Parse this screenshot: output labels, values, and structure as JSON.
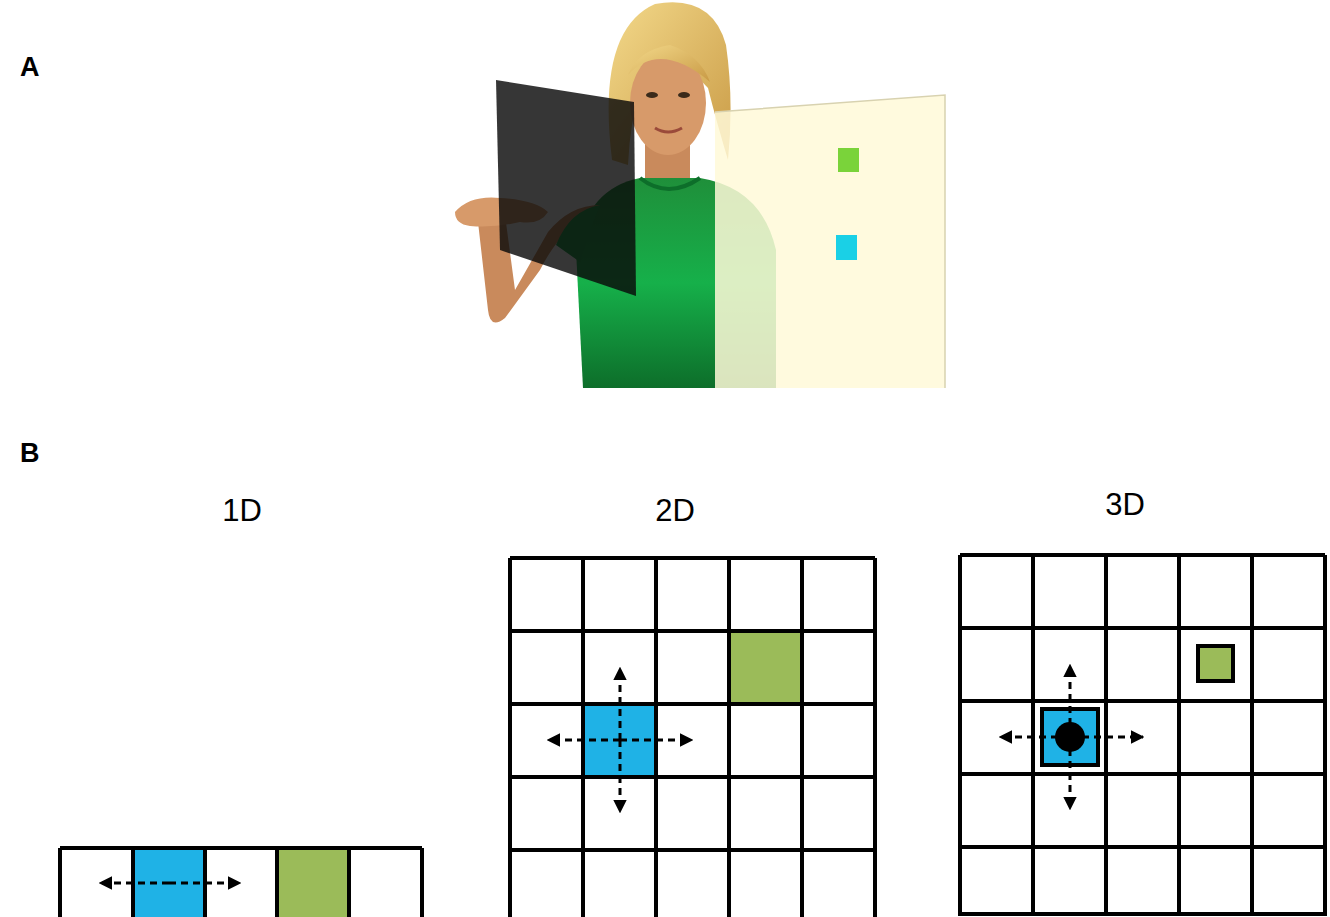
{
  "diagram": {
    "labels": [
      "A",
      "B",
      "1D",
      "2D",
      "3D"
    ]
  }
}
